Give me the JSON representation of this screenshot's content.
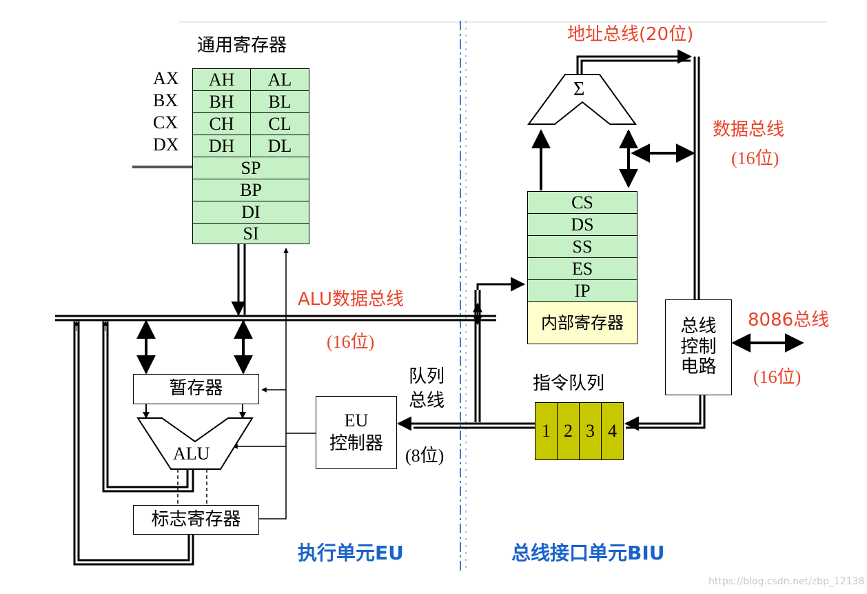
{
  "gp_registers": {
    "title": "通用寄存器",
    "pair_names": [
      "AX",
      "BX",
      "CX",
      "DX"
    ],
    "pairs": [
      [
        "AH",
        "AL"
      ],
      [
        "BH",
        "BL"
      ],
      [
        "CH",
        "CL"
      ],
      [
        "DH",
        "DL"
      ]
    ],
    "singles": [
      "SP",
      "BP",
      "DI",
      "SI"
    ]
  },
  "segment_registers": {
    "items": [
      "CS",
      "DS",
      "SS",
      "ES",
      "IP"
    ],
    "internal_label": "内部寄存器"
  },
  "buses": {
    "address_bus": "地址总线(20位)",
    "data_bus_label": "数据总线",
    "data_bus_width": "(16位)",
    "alu_bus_label": "ALU数据总线",
    "alu_bus_width": "(16位)",
    "queue_bus_line1": "队列",
    "queue_bus_line2": "总线",
    "queue_bus_width": "(8位)",
    "external_bus_label": "8086总线",
    "external_bus_width": "(16位)"
  },
  "adder_symbol": "Σ",
  "bus_control": [
    "总线",
    "控制",
    "电路"
  ],
  "instruction_queue": {
    "title": "指令队列",
    "slots": [
      "1",
      "2",
      "3",
      "4"
    ]
  },
  "eu": {
    "temp_reg": "暂存器",
    "alu": "ALU",
    "flags": "标志寄存器",
    "controller_line1": "EU",
    "controller_line2": "控制器"
  },
  "unit_labels": {
    "eu": "执行单元EU",
    "biu": "总线接口单元BIU"
  },
  "watermark": "https://blog.csdn.net/zbp_12138",
  "colors": {
    "register_fill": "#c6f0c6",
    "queue_fill": "#c8c800",
    "internal_fill": "#ffffcc",
    "label_red": "#e8442a",
    "unit_blue": "#1a63c9",
    "divider": "#3b7dd8"
  }
}
